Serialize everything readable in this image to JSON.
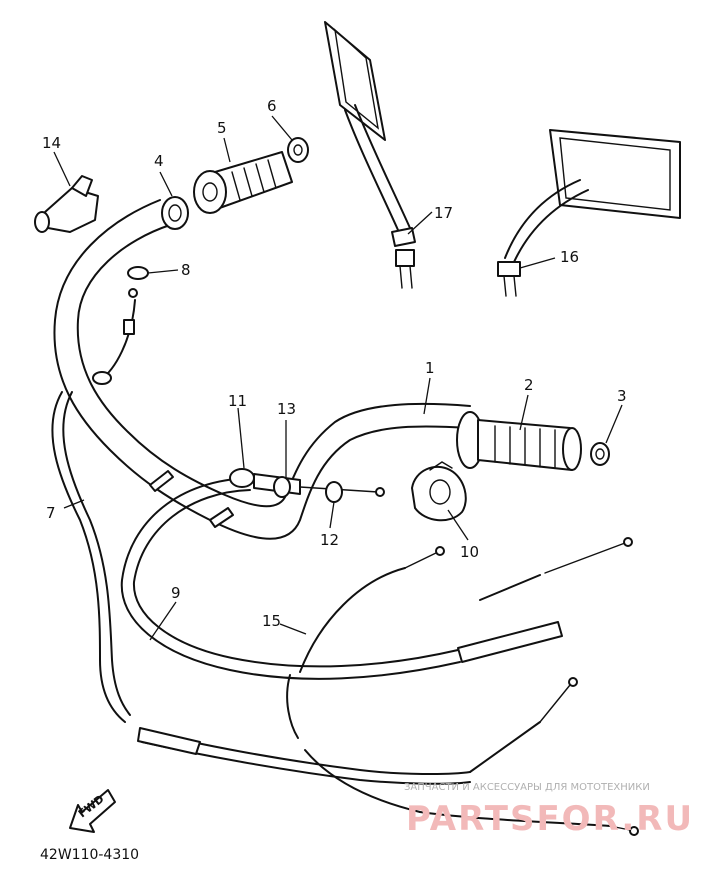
{
  "diagram_code": "42W110-4310",
  "callouts": [
    "1",
    "2",
    "3",
    "4",
    "5",
    "6",
    "7",
    "8",
    "9",
    "10",
    "11",
    "12",
    "13",
    "14",
    "15",
    "16",
    "17"
  ],
  "fwd_label": "FWD",
  "watermark": {
    "tagline": "ЗАПЧАСТИ И АКСЕССУАРЫ ДЛЯ МОТОТЕХНИКИ",
    "brand": "PARTSFOR.RU"
  }
}
